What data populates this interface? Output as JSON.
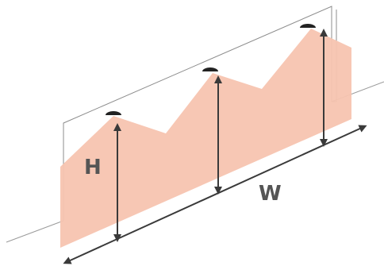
{
  "diagram": {
    "labels": {
      "height": "H",
      "width": "W"
    },
    "colors": {
      "wash": "#f7c4b0",
      "outline": "#8c8c8c",
      "arrow": "#3a3a3a",
      "label": "#555555",
      "fixture": "#222222"
    },
    "fixtures": [
      {
        "name": "wall-washer-fixture-1"
      },
      {
        "name": "wall-washer-fixture-2"
      },
      {
        "name": "wall-washer-fixture-3"
      }
    ]
  }
}
